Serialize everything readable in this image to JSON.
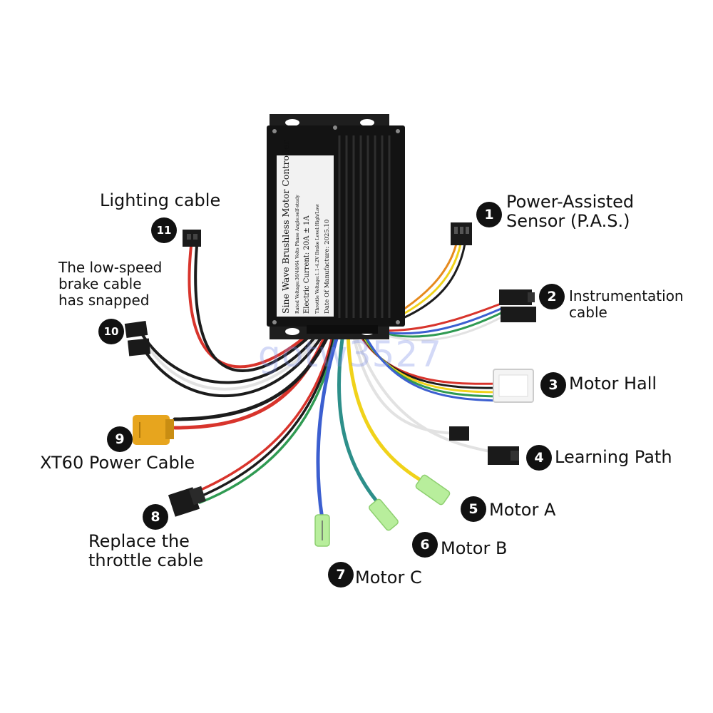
{
  "colors": {
    "case": "#131313",
    "wire_red": "#d8342c",
    "wire_black": "#1c1c1c",
    "wire_white": "#e2e2e2",
    "wire_yellow": "#f0d21a",
    "wire_green": "#2f9a52",
    "wire_blue": "#3c5fd0",
    "wire_teal": "#2d8f8a",
    "wire_orange": "#e68a1e",
    "xt60": "#e7a51e",
    "terminal": "#b8ee9c",
    "badge": "#111111"
  },
  "controller_label": {
    "line1": "Sine Wave Brushless Motor Controller",
    "line2": "Rated Voltage:36/48/64 Volts   Phase Angle:self-study",
    "line3": "Electric Current: 20A ± 1A",
    "line4": "Throttle Voltage:1.1-4.2V   Brake Level:High/Low",
    "line5": "Date Of Manufacture:   2025.10"
  },
  "watermark": "gotw3527",
  "callouts": [
    {
      "number": "1",
      "label": "Power-Assisted\nSensor (P.A.S.)"
    },
    {
      "number": "2",
      "label": "Instrumentation\ncable"
    },
    {
      "number": "3",
      "label": "Motor Hall"
    },
    {
      "number": "4",
      "label": "Learning Path"
    },
    {
      "number": "5",
      "label": "Motor A"
    },
    {
      "number": "6",
      "label": "Motor B"
    },
    {
      "number": "7",
      "label": "Motor C"
    },
    {
      "number": "8",
      "label": "Replace the\nthrottle cable"
    },
    {
      "number": "9",
      "label": "XT60 Power Cable"
    },
    {
      "number": "10",
      "label": "The low-speed\nbrake cable\nhas snapped"
    },
    {
      "number": "11",
      "label": "Lighting cable"
    }
  ]
}
